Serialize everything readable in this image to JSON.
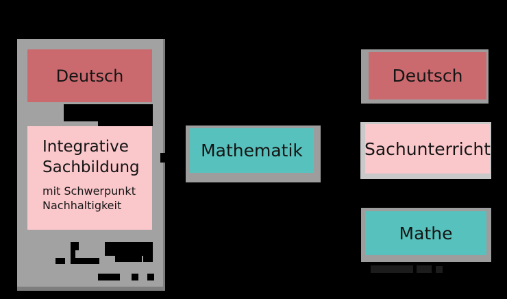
{
  "diagram": {
    "left_panel": {
      "deutsch": {
        "label": "Deutsch"
      },
      "integrative": {
        "title": "Integrative Sachbildung",
        "subtitle": "mit Schwerpunkt Nachhaltigkeit"
      }
    },
    "middle": {
      "mathematik": {
        "label": "Mathematik"
      }
    },
    "right_column": {
      "deutsch": {
        "label": "Deutsch"
      },
      "sachunterricht": {
        "label": "Sachunterricht"
      },
      "mathe": {
        "label": "Mathe"
      }
    }
  },
  "colors": {
    "background": "#000000",
    "panel_gray": "#a2a2a2",
    "panel_edge_gray": "#7e7e7e",
    "box_red": "#cb6a6e",
    "box_pink": "#fac7cb",
    "box_teal": "#57c2bd",
    "border_gray": "#9d9d9d",
    "border_light_gray": "#c9c9c9",
    "redacted_black": "#000000",
    "text": "#141414"
  }
}
